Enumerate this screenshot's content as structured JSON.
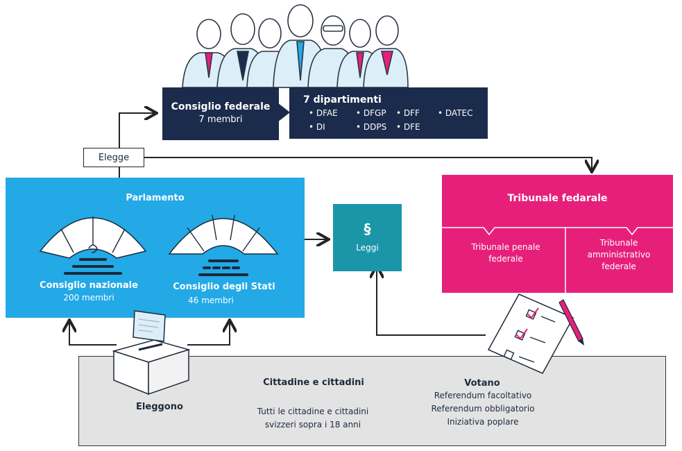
{
  "federal_council": {
    "title": "Consiglio federale",
    "members": "7 membri"
  },
  "departments": {
    "title": "7 dipartimenti",
    "items": [
      "DFAE",
      "DFGP",
      "DFF",
      "DATEC",
      "DI",
      "DDPS",
      "DFE"
    ]
  },
  "elegge_label": "Elegge",
  "parliament": {
    "title": "Parlamento",
    "national_council": {
      "title": "Consiglio nazionale",
      "members": "200 membri"
    },
    "council_of_states": {
      "title": "Consiglio degli Stati",
      "members": "46 membri"
    }
  },
  "laws": {
    "symbol": "§",
    "label": "Leggi"
  },
  "federal_tribunal": {
    "title": "Tribunale fedarale",
    "penal": [
      "Tribunale penale",
      "federale"
    ],
    "administrative": [
      "Tribunale",
      "amministrativo",
      "federale"
    ]
  },
  "citizens": {
    "title": "Cittadine e cittadini",
    "description": [
      "Tutti le cittadine e cittadini",
      "svizzeri sopra i 18 anni"
    ],
    "elect_label": "Eleggono"
  },
  "votes": {
    "title": "Votano",
    "items": [
      "Referendum facoltativo",
      "Referendum obbligatorio",
      "Iniziativa poplare"
    ]
  },
  "colors": {
    "navy": "#1b2b4b",
    "parliament_blue": "#22a9e6",
    "laws_teal": "#1b96a8",
    "tribunal_magenta": "#e6207a",
    "citizens_grey": "#e3e3e4"
  }
}
